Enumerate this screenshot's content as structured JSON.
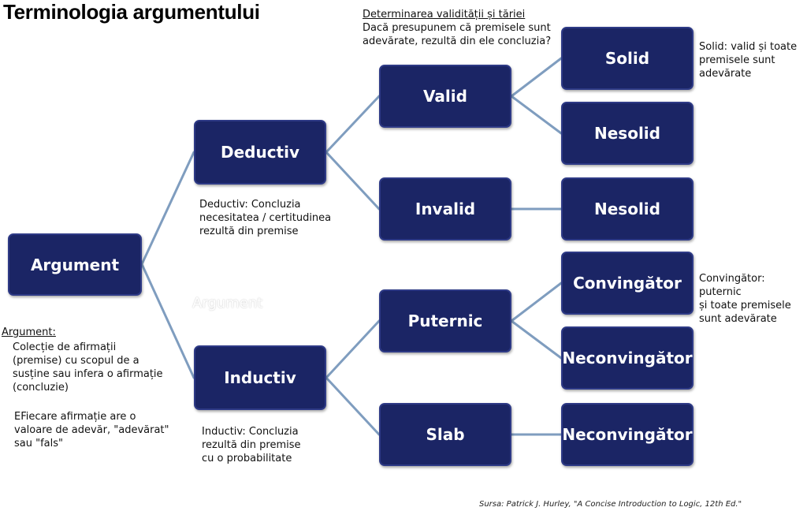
{
  "title": "Terminologia argumentului",
  "nodes": {
    "argument": "Argument",
    "deductiv": "Deductiv",
    "inductiv": "Inductiv",
    "valid": "Valid",
    "invalid": "Invalid",
    "puternic": "Puternic",
    "slab": "Slab",
    "solid": "Solid",
    "nesolid_valid": "Nesolid",
    "nesolid_invalid": "Nesolid",
    "convingator": "Convingător",
    "neconvingator_puternic": "Neconvingător",
    "neconvingator_slab": "Neconvingător"
  },
  "notes": {
    "validity_heading": "Determinarea validității și tăriei",
    "validity_text": "Dacă presupunem că premisele sunt\nadevărate, rezultă din ele concluzia?",
    "solid": "Solid: valid și toate\npremisele sunt\nadevărate",
    "convingator": "Convingător: puternic\nși toate premisele\nsunt adevărate",
    "deductiv": "Deductiv: Concluzia\nnecesitatea / certitudinea\nrezultă din premise",
    "inductiv": "Inductiv: Concluzia\nrezultă din premise\ncu o probabilitate",
    "argument_heading": "Argument:",
    "argument_def": "Colecție de afirmații\n(premise) cu scopul de a\nsusține sau infera o afirmație\n(concluzie)",
    "argument_value": "EFiecare afirmație are o\nvaloare de adevăr, \"adevărat\"\nsau \"fals\""
  },
  "ghost_label": "Argument",
  "source": "Sursa: Patrick J. Hurley, \"A Concise Introduction to Logic, 12th Ed.\"",
  "colors": {
    "node_fill": "#1b2565",
    "node_border": "#2e3a86",
    "connector": "#7f9dbf"
  }
}
